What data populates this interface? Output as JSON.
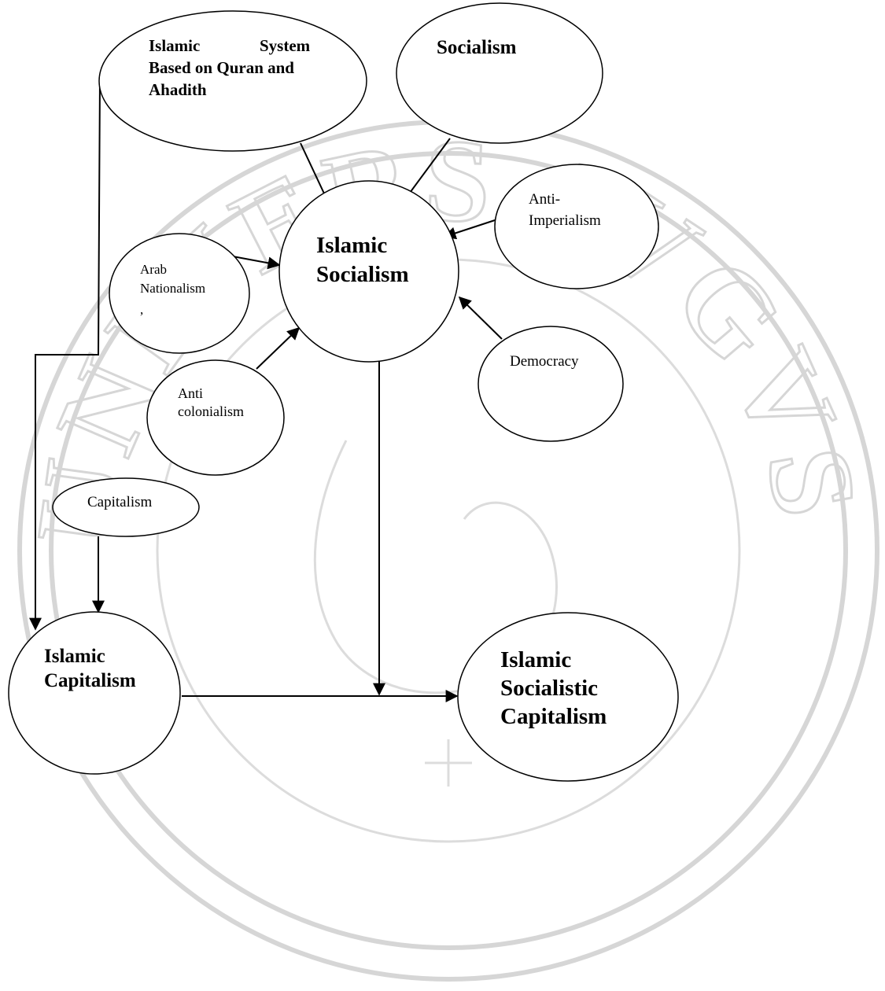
{
  "nodes": {
    "islamic_system": [
      "Islamic",
      "System",
      "Based on Quran and",
      "Ahadith"
    ],
    "socialism": [
      "Socialism"
    ],
    "anti_imperialism": [
      "Anti-",
      "Imperialism"
    ],
    "islamic_socialism": [
      "Islamic",
      "Socialism"
    ],
    "arab_nationalism": [
      "Arab",
      "Nationalism",
      ","
    ],
    "democracy": [
      "Democracy"
    ],
    "anti_colonialism": [
      "Anti",
      "colonialism"
    ],
    "capitalism": [
      "Capitalism"
    ],
    "islamic_capitalism": [
      "Islamic",
      "Capitalism"
    ],
    "islamic_socialistic_capitalism": [
      "Islamic",
      "Socialistic",
      "Capitalism"
    ]
  },
  "watermark": {
    "seal_text": "UNIVERS AVGVSTAE"
  },
  "colors": {
    "line": "#000000",
    "watermark": "#d6d6d6"
  }
}
